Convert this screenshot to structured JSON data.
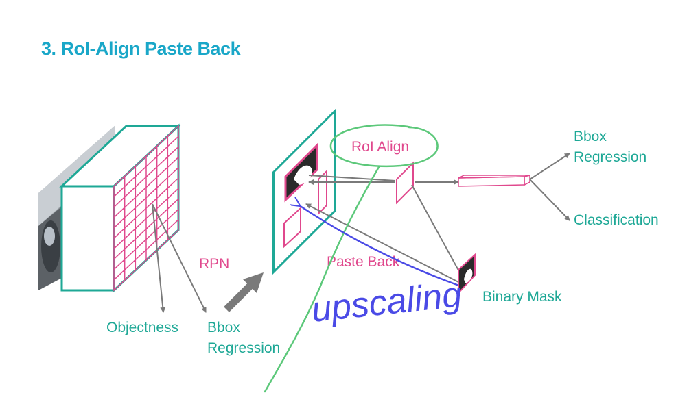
{
  "title": "3. RoI-Align Paste Back",
  "colors": {
    "title": "#1aa7c8",
    "teal": "#1ea896",
    "pink": "#e0488d",
    "gray": "#7a7a7a",
    "green_ink": "#5cc87a",
    "blue_ink": "#4a4ae6"
  },
  "labels": {
    "rpn": "RPN",
    "objectness": "Objectness",
    "bbox_regression_1": "Bbox",
    "bbox_regression_2": "Regression",
    "roi_align": "RoI Align",
    "paste_back": "Paste Back",
    "binary_mask": "Binary Mask",
    "head_bbox_1": "Bbox",
    "head_bbox_2": "Regression",
    "classification": "Classification"
  },
  "handwriting": "upscaling",
  "icons": [
    "car-photo-thumbnail",
    "feature-map-grid",
    "arrow-right-icon",
    "roi-feature-map",
    "mask-blob",
    "vector-fc"
  ]
}
